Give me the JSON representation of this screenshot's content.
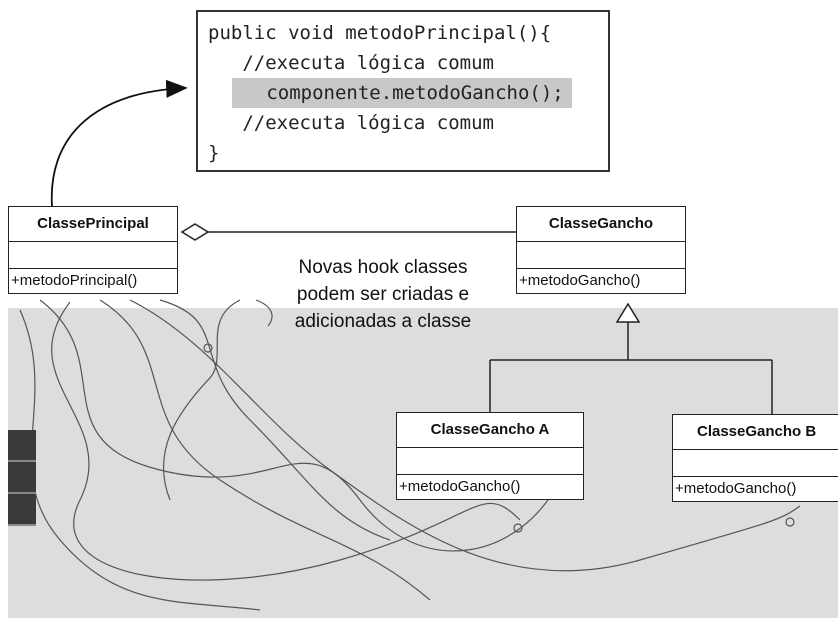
{
  "code_box": {
    "lines": [
      "public void metodoPrincipal(){",
      "   //executa lógica comum",
      "   componente.metodoGancho();",
      "   //executa lógica comum",
      "}"
    ]
  },
  "classes": {
    "principal": {
      "name": "ClassePrincipal",
      "method": "+metodoPrincipal()"
    },
    "gancho": {
      "name": "ClasseGancho",
      "method": "+metodoGancho()"
    },
    "gancho_a": {
      "name": "ClasseGancho A",
      "method": "+metodoGancho()"
    },
    "gancho_b": {
      "name": "ClasseGancho B",
      "method": "+metodoGancho()"
    }
  },
  "note": {
    "lines": [
      "Novas hook classes",
      "podem ser criadas e",
      "adicionadas a classe"
    ]
  }
}
